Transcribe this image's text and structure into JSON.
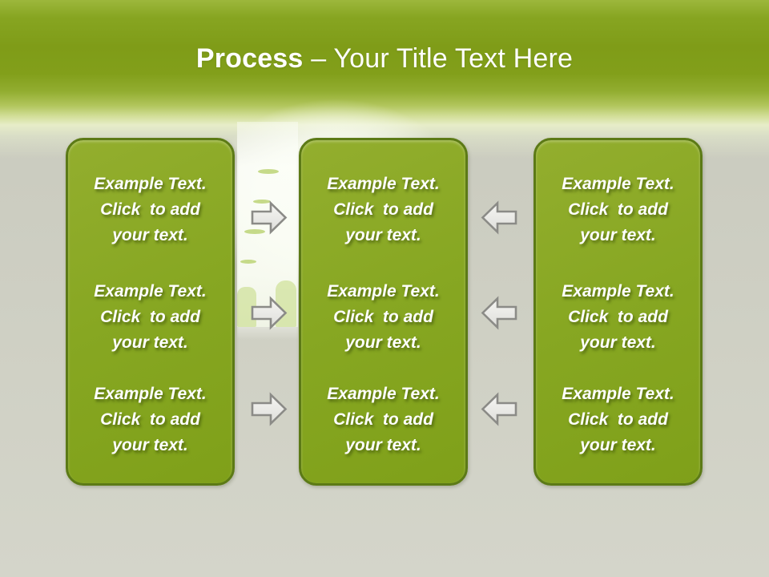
{
  "title": {
    "keyword": "Process",
    "separator": "–",
    "rest": "Your Title Text Here"
  },
  "columns": [
    {
      "name": "left-column",
      "paragraphs": [
        "Example Text.\nClick  to add\nyour text.",
        "Example Text.\nClick  to add\nyour text.",
        "Example Text.\nClick  to add\nyour text."
      ]
    },
    {
      "name": "middle-column",
      "paragraphs": [
        "Example Text.\nClick  to add\nyour text.",
        "Example Text.\nClick  to add\nyour text.",
        "Example Text.\nClick  to add\nyour text."
      ]
    },
    {
      "name": "right-column",
      "paragraphs": [
        "Example Text.\nClick  to add\nyour text.",
        "Example Text.\nClick  to add\nyour text.",
        "Example Text.\nClick  to add\nyour text."
      ]
    }
  ],
  "arrows": {
    "forward_count": 3,
    "backward_count": 3
  },
  "colors": {
    "box_fill": "#86a520",
    "box_border": "#5c7a16",
    "header_green_dark": "#7f9c18",
    "header_green_light": "#9db73c",
    "background_grey": "#cdcec2",
    "arrow_fill": "#efefec",
    "arrow_outline": "#8b8b87",
    "text_white": "#ffffff"
  }
}
